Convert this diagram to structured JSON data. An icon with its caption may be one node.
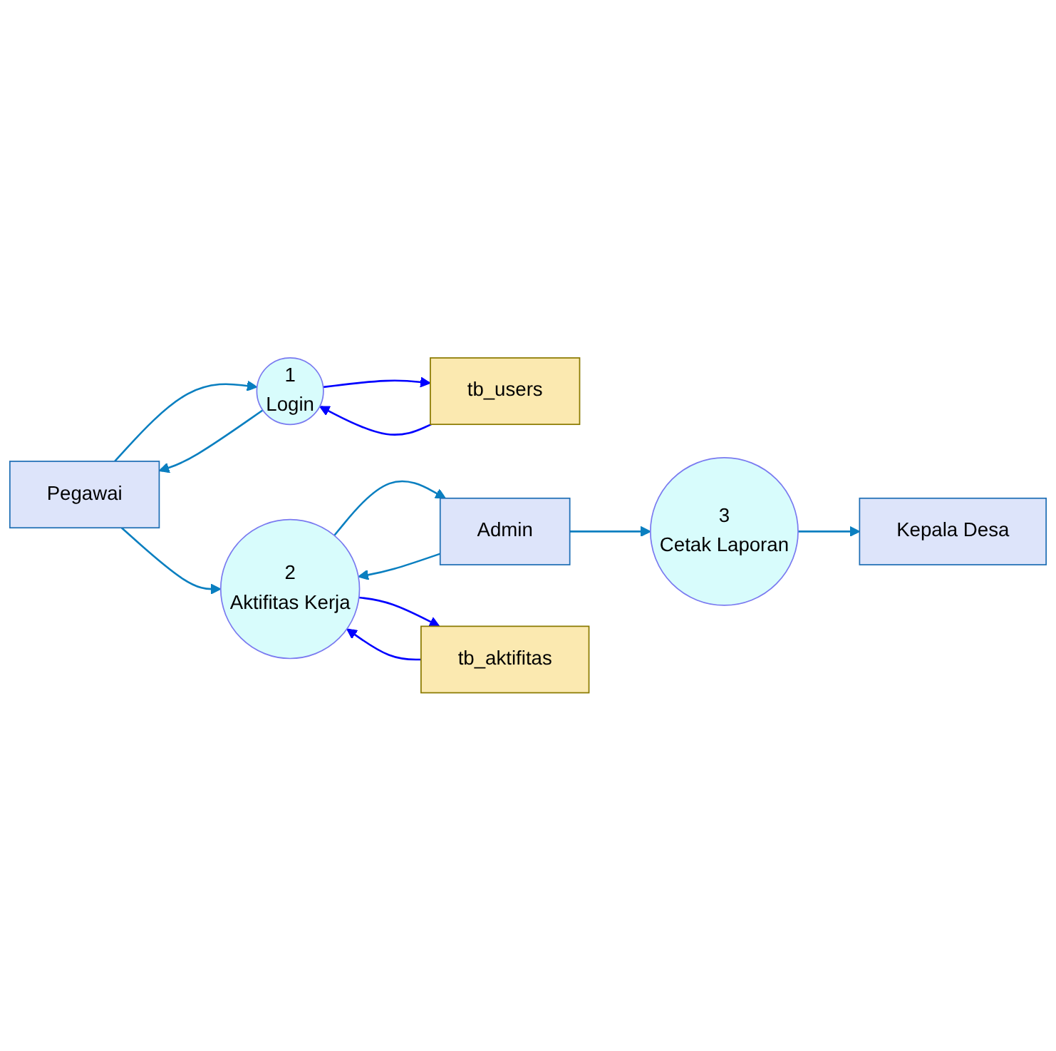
{
  "diagram": {
    "nodes": [
      {
        "text": [
          "Pegawai"
        ]
      },
      {
        "text": [
          "1",
          "Login"
        ]
      },
      {
        "text": [
          "tb_users"
        ]
      },
      {
        "text": [
          "2",
          "Aktifitas Kerja"
        ]
      },
      {
        "text": [
          "Admin"
        ]
      },
      {
        "text": [
          "tb_aktifitas"
        ]
      },
      {
        "text": [
          "3",
          "Cetak Laporan"
        ]
      },
      {
        "text": [
          "Kepala Desa"
        ]
      }
    ],
    "edges": [
      {
        "from": 0,
        "to": 1,
        "arrow": "to"
      },
      {
        "from": 1,
        "to": 0,
        "arrow": "to"
      },
      {
        "from": 1,
        "to": 2,
        "arrow": "to",
        "color": "#0000ff"
      },
      {
        "from": 2,
        "to": 1,
        "arrow": "to",
        "color": "#0000ff"
      },
      {
        "from": 0,
        "to": 3,
        "arrow": "to"
      },
      {
        "from": 3,
        "to": 4,
        "arrow": "to"
      },
      {
        "from": 4,
        "to": 3,
        "arrow": "to"
      },
      {
        "from": 3,
        "to": 5,
        "arrow": "to",
        "color": "#0000ff"
      },
      {
        "from": 5,
        "to": 3,
        "arrow": "to",
        "color": "#0000ff"
      },
      {
        "from": 4,
        "to": 6,
        "arrow": "to"
      },
      {
        "from": 6,
        "to": 7,
        "arrow": "to"
      }
    ]
  }
}
